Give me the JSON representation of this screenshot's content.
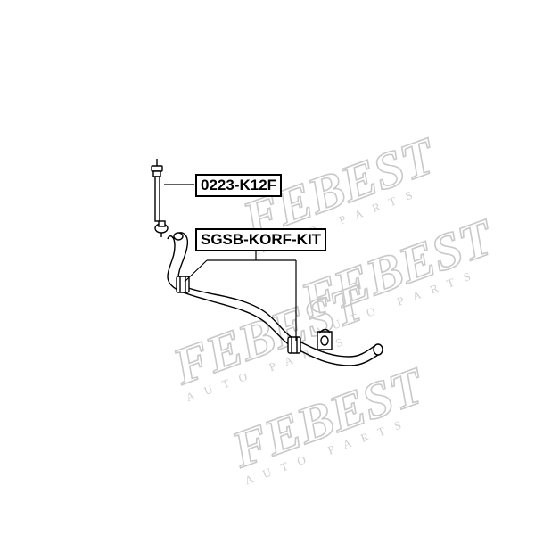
{
  "watermark": {
    "brand": "FEBEST",
    "subtitle": "AUTO PARTS",
    "color": "#c9c9c9"
  },
  "labels": {
    "stabilizer_link_part": "0223-K12F",
    "bushing_kit_part": "SGSB-KORF-KIT"
  },
  "colors": {
    "line": "#000000",
    "background": "#ffffff"
  }
}
